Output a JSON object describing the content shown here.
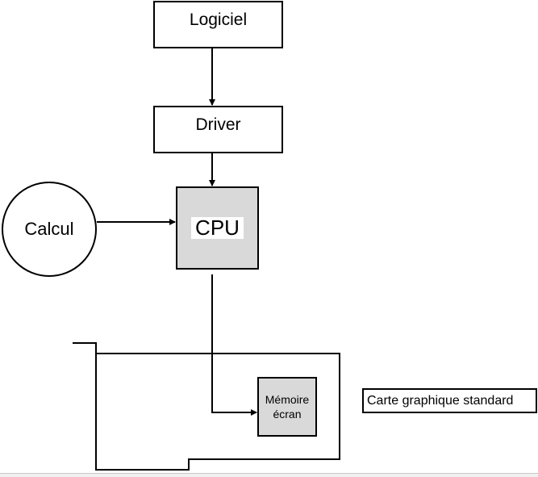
{
  "diagram": {
    "nodes": {
      "logiciel": "Logiciel",
      "driver": "Driver",
      "cpu": "CPU",
      "calcul": "Calcul",
      "memoire_line1": "Mémoire",
      "memoire_line2": "écran",
      "carte_label": "Carte graphique standard"
    },
    "edges": [
      {
        "from": "Logiciel",
        "to": "Driver"
      },
      {
        "from": "Driver",
        "to": "CPU"
      },
      {
        "from": "Calcul",
        "to": "CPU"
      },
      {
        "from": "CPU",
        "to": "Mémoire écran"
      }
    ],
    "colors": {
      "stroke": "#000000",
      "fill_gray": "#d9d9d9",
      "background": "#ffffff"
    }
  }
}
